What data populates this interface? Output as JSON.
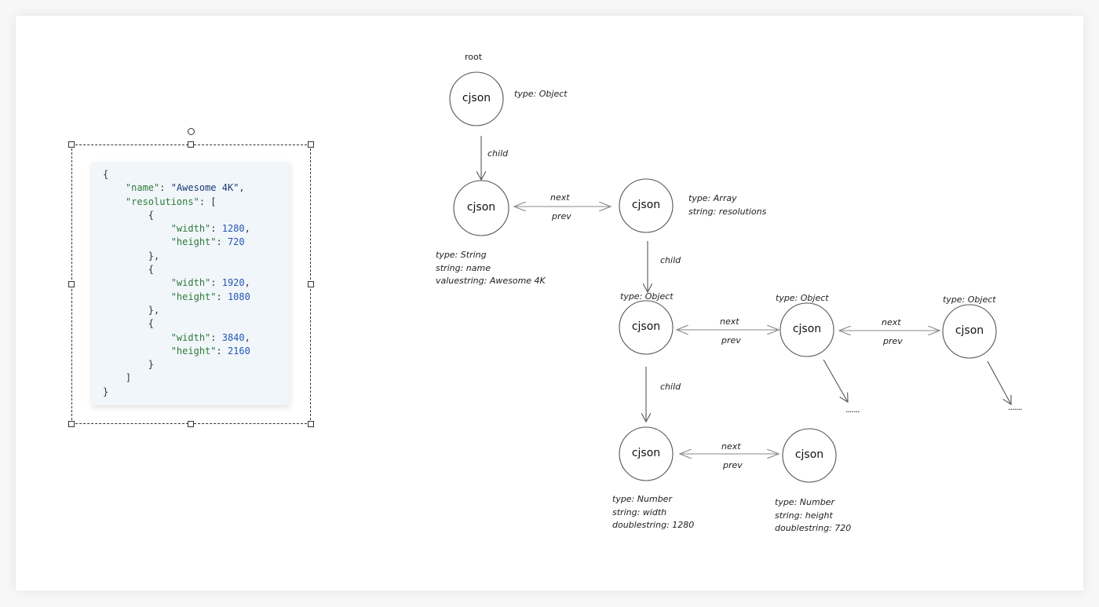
{
  "code_block": {
    "lines": [
      [
        {
          "t": "p",
          "v": "{"
        }
      ],
      [
        {
          "t": "p",
          "v": "    "
        },
        {
          "t": "k",
          "v": "\"name\""
        },
        {
          "t": "p",
          "v": ": "
        },
        {
          "t": "s",
          "v": "\"Awesome 4K\""
        },
        {
          "t": "p",
          "v": ","
        }
      ],
      [
        {
          "t": "p",
          "v": "    "
        },
        {
          "t": "k",
          "v": "\"resolutions\""
        },
        {
          "t": "p",
          "v": ": ["
        }
      ],
      [
        {
          "t": "p",
          "v": "        {"
        }
      ],
      [
        {
          "t": "p",
          "v": "            "
        },
        {
          "t": "k",
          "v": "\"width\""
        },
        {
          "t": "p",
          "v": ": "
        },
        {
          "t": "n",
          "v": "1280"
        },
        {
          "t": "p",
          "v": ","
        }
      ],
      [
        {
          "t": "p",
          "v": "            "
        },
        {
          "t": "k",
          "v": "\"height\""
        },
        {
          "t": "p",
          "v": ": "
        },
        {
          "t": "n",
          "v": "720"
        }
      ],
      [
        {
          "t": "p",
          "v": "        },"
        }
      ],
      [
        {
          "t": "p",
          "v": "        {"
        }
      ],
      [
        {
          "t": "p",
          "v": "            "
        },
        {
          "t": "k",
          "v": "\"width\""
        },
        {
          "t": "p",
          "v": ": "
        },
        {
          "t": "n",
          "v": "1920"
        },
        {
          "t": "p",
          "v": ","
        }
      ],
      [
        {
          "t": "p",
          "v": "            "
        },
        {
          "t": "k",
          "v": "\"height\""
        },
        {
          "t": "p",
          "v": ": "
        },
        {
          "t": "n",
          "v": "1080"
        }
      ],
      [
        {
          "t": "p",
          "v": "        },"
        }
      ],
      [
        {
          "t": "p",
          "v": "        {"
        }
      ],
      [
        {
          "t": "p",
          "v": "            "
        },
        {
          "t": "k",
          "v": "\"width\""
        },
        {
          "t": "p",
          "v": ": "
        },
        {
          "t": "n",
          "v": "3840"
        },
        {
          "t": "p",
          "v": ","
        }
      ],
      [
        {
          "t": "p",
          "v": "            "
        },
        {
          "t": "k",
          "v": "\"height\""
        },
        {
          "t": "p",
          "v": ": "
        },
        {
          "t": "n",
          "v": "2160"
        }
      ],
      [
        {
          "t": "p",
          "v": "        }"
        }
      ],
      [
        {
          "t": "p",
          "v": "    ]"
        }
      ],
      [
        {
          "t": "p",
          "v": "}"
        }
      ]
    ],
    "colors": {
      "key": "#2f7a3a",
      "string": "#1c3b73",
      "number": "#2356b0",
      "punct": "#333333",
      "background": "#f1f6fb"
    }
  },
  "diagram": {
    "root_label": "root",
    "node_label": "cjson",
    "edge_labels": {
      "child": "child",
      "next": "next",
      "prev": "prev"
    },
    "ellipsis": "·······",
    "nodes": {
      "root": {
        "meta": [
          "type: Object"
        ]
      },
      "name": {
        "meta": [
          "type: String",
          "string: name",
          "valuestring: Awesome 4K"
        ]
      },
      "resolutions": {
        "meta": [
          "type: Array",
          "string: resolutions"
        ]
      },
      "obj1": {
        "meta": [
          "type: Object"
        ]
      },
      "obj2": {
        "meta": [
          "type: Object"
        ]
      },
      "obj3": {
        "meta": [
          "type: Object"
        ]
      },
      "width": {
        "meta": [
          "type: Number",
          "string: width",
          "doublestring: 1280"
        ]
      },
      "height": {
        "meta": [
          "type: Number",
          "string: height",
          "doublestring: 720"
        ]
      }
    }
  }
}
